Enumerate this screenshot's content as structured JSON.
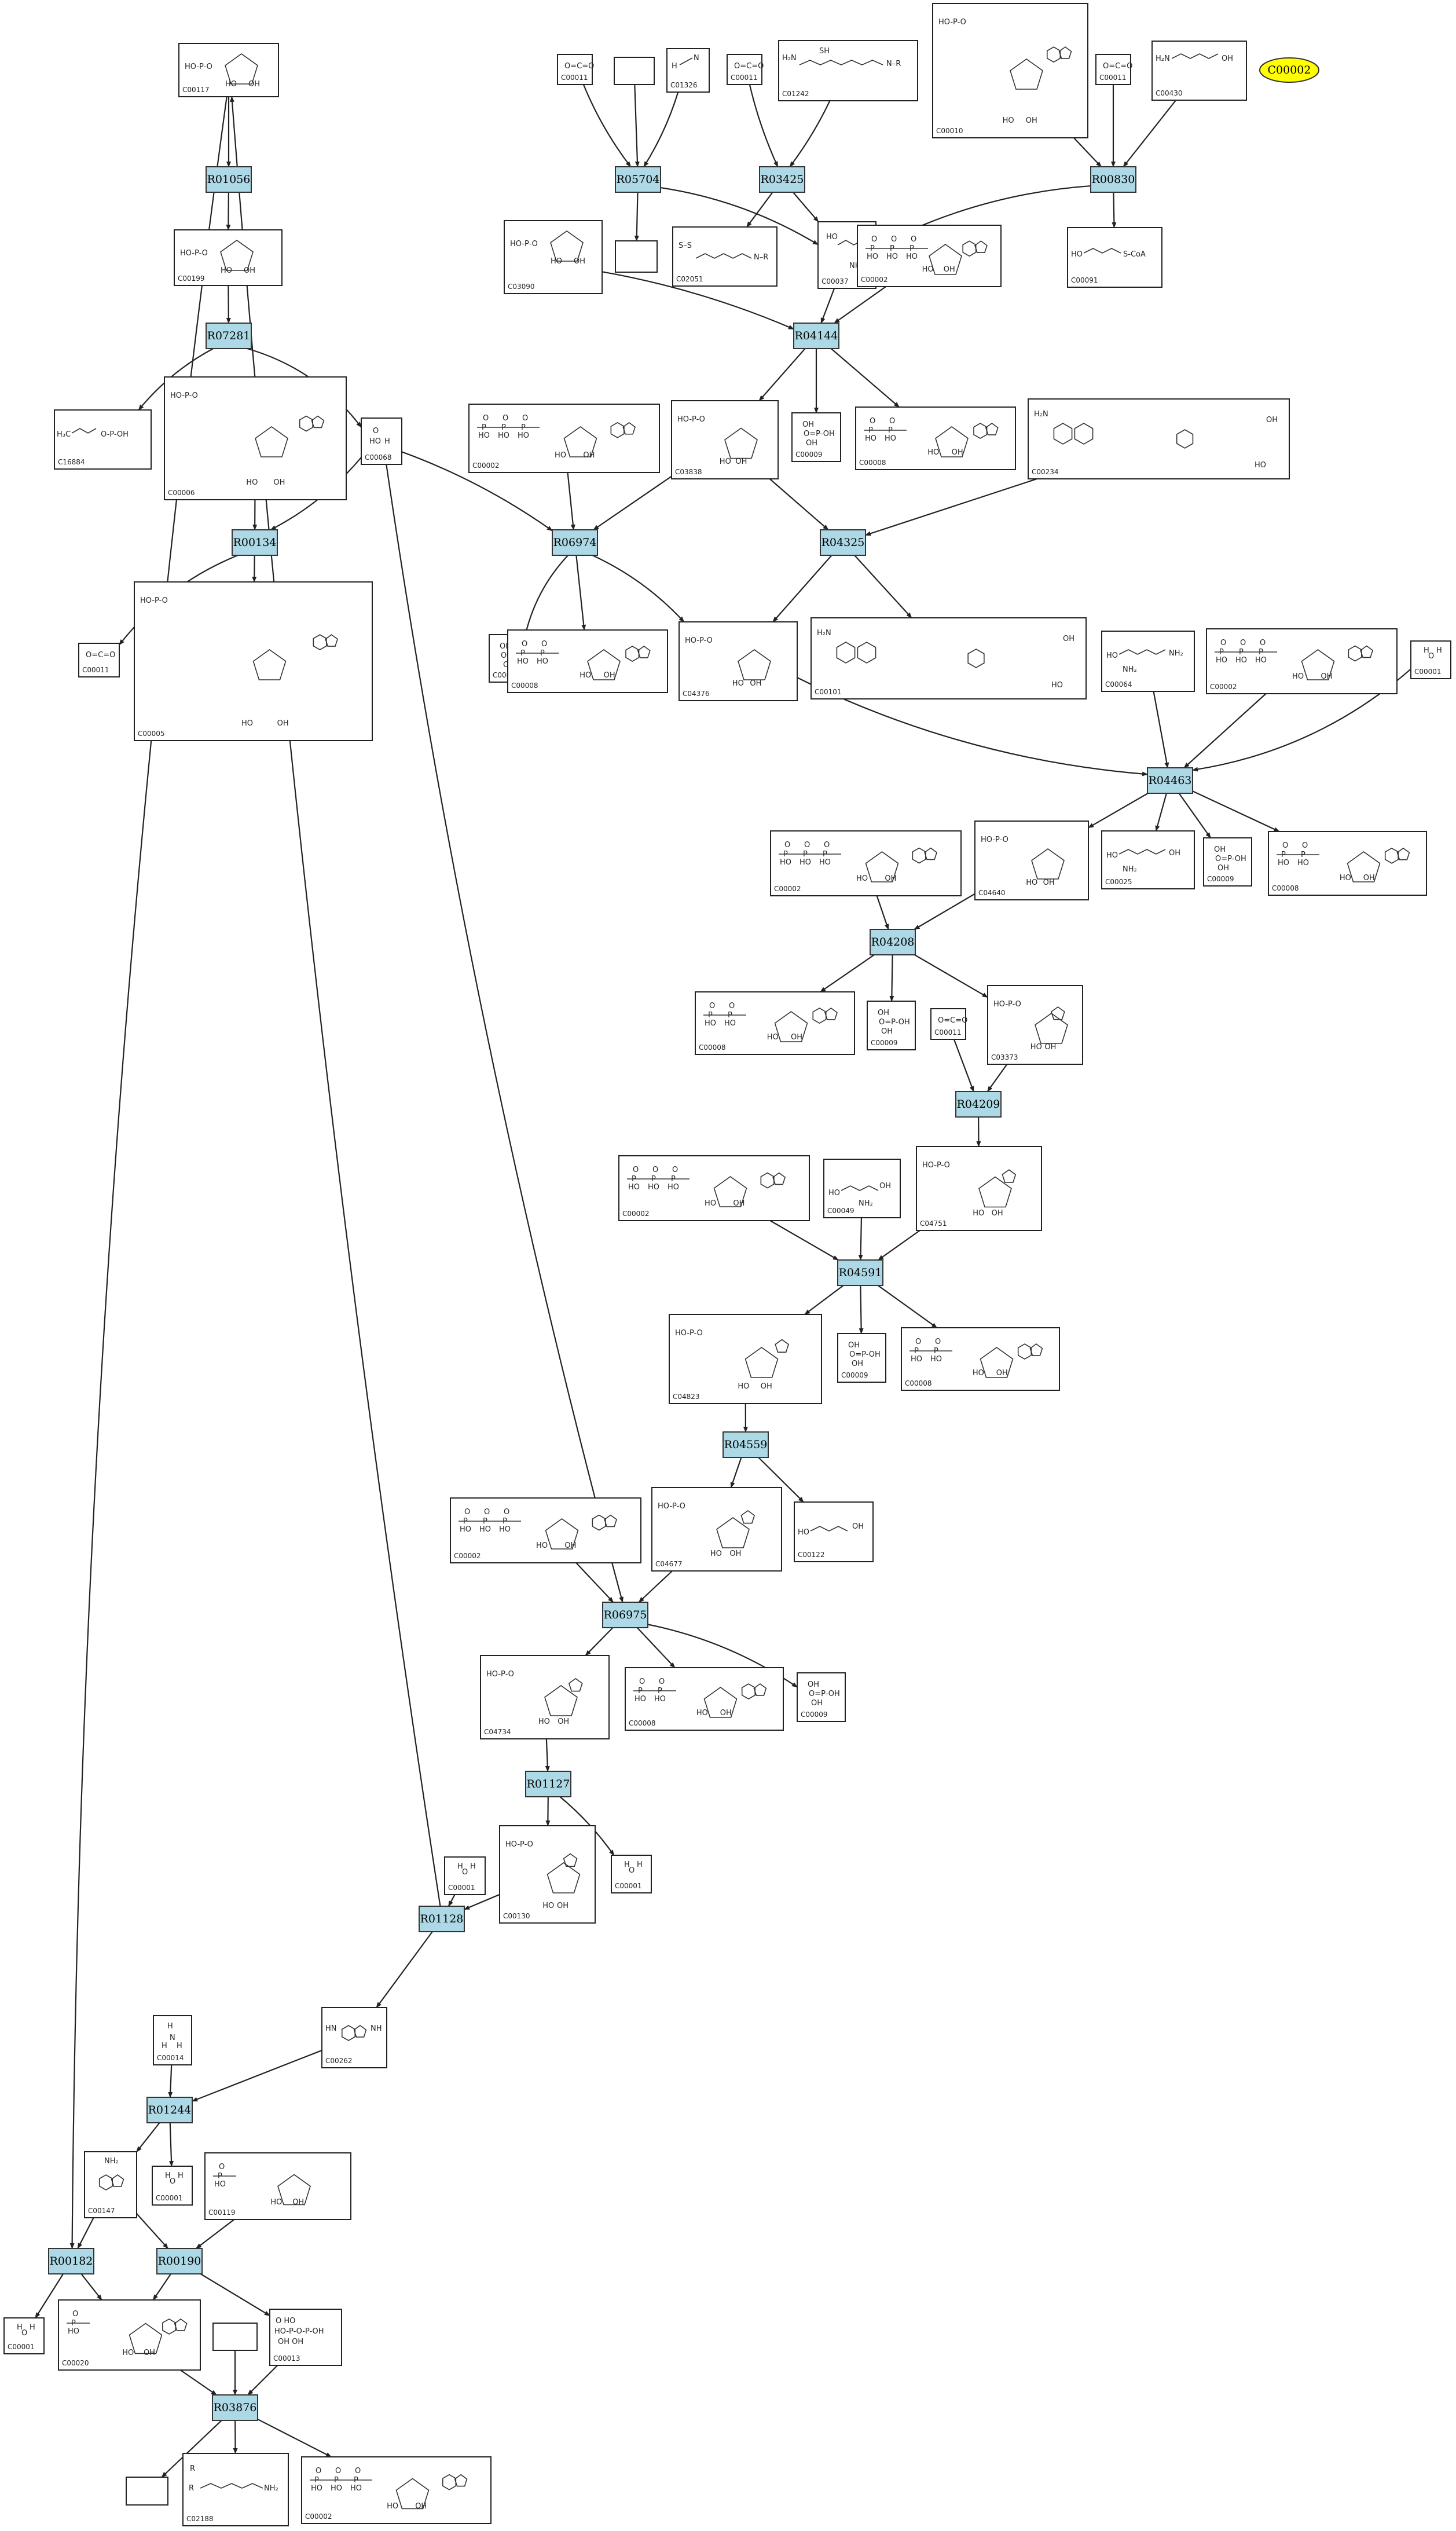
{
  "target_compound": "C00002",
  "reactions": [
    "R01056",
    "R05704",
    "R03425",
    "R00830",
    "R07281",
    "R04144",
    "R00134",
    "R06974",
    "R04325",
    "R04463",
    "R04208",
    "R04209",
    "R04591",
    "R04559",
    "R06975",
    "R01127",
    "R01128",
    "R01244",
    "R00182",
    "R00190",
    "R03876"
  ],
  "compounds": [
    {
      "id": "c_C00117",
      "label": "C00117",
      "structure": "ribose-5-phosphate"
    },
    {
      "id": "c_C00011a",
      "label": "C00011",
      "structure": "co2"
    },
    {
      "id": "c_empty1",
      "label": "",
      "structure": "none"
    },
    {
      "id": "c_C01326",
      "label": "C01326",
      "structure": "hcn"
    },
    {
      "id": "c_C00011b",
      "label": "C00011",
      "structure": "co2"
    },
    {
      "id": "c_C01242",
      "label": "C01242",
      "structure": "dihydrolipoylprotein"
    },
    {
      "id": "c_C00010",
      "label": "C00010",
      "structure": "coa"
    },
    {
      "id": "c_C00011c",
      "label": "C00011",
      "structure": "co2"
    },
    {
      "id": "c_C00430",
      "label": "C00430",
      "structure": "aminolevulinate"
    },
    {
      "id": "c_C00199",
      "label": "C00199",
      "structure": "ribulose-5-phosphate"
    },
    {
      "id": "c_C03090",
      "label": "C03090",
      "structure": "aminoribose-phosphate"
    },
    {
      "id": "c_empty2",
      "label": "",
      "structure": "none"
    },
    {
      "id": "c_C02051",
      "label": "C02051",
      "structure": "lipoylprotein"
    },
    {
      "id": "c_C00037",
      "label": "C00037",
      "structure": "glycine"
    },
    {
      "id": "c_C00002a",
      "label": "C00002",
      "structure": "atp"
    },
    {
      "id": "c_C00091",
      "label": "C00091",
      "structure": "succinyl-coa"
    },
    {
      "id": "c_C16884",
      "label": "C16884",
      "structure": "small-phosphate"
    },
    {
      "id": "c_C00006",
      "label": "C00006",
      "structure": "nadp"
    },
    {
      "id": "c_C00068",
      "label": "C00068",
      "structure": "small"
    },
    {
      "id": "c_C00002b",
      "label": "C00002",
      "structure": "atp"
    },
    {
      "id": "c_C03838",
      "label": "C03838",
      "structure": "gar"
    },
    {
      "id": "c_C00009a",
      "label": "C00009",
      "structure": "phosphate"
    },
    {
      "id": "c_C00008a",
      "label": "C00008",
      "structure": "adp"
    },
    {
      "id": "c_C00234",
      "label": "C00234",
      "structure": "formylthf"
    },
    {
      "id": "c_C00011d",
      "label": "C00011",
      "structure": "co2"
    },
    {
      "id": "c_C00005",
      "label": "C00005",
      "structure": "nadph"
    },
    {
      "id": "c_C00009b",
      "label": "C00009",
      "structure": "phosphate"
    },
    {
      "id": "c_C00008b",
      "label": "C00008",
      "structure": "adp"
    },
    {
      "id": "c_C04376",
      "label": "C04376",
      "structure": "fgar"
    },
    {
      "id": "c_C00101",
      "label": "C00101",
      "structure": "thf"
    },
    {
      "id": "c_C00064",
      "label": "C00064",
      "structure": "glutamine"
    },
    {
      "id": "c_C00002c",
      "label": "C00002",
      "structure": "atp"
    },
    {
      "id": "c_C00001a",
      "label": "C00001",
      "structure": "water"
    },
    {
      "id": "c_C00002d",
      "label": "C00002",
      "structure": "atp"
    },
    {
      "id": "c_C04640",
      "label": "C04640",
      "structure": "fgam"
    },
    {
      "id": "c_C00025",
      "label": "C00025",
      "structure": "glutamate"
    },
    {
      "id": "c_C00009c",
      "label": "C00009",
      "structure": "phosphate"
    },
    {
      "id": "c_C00008c",
      "label": "C00008",
      "structure": "adp"
    },
    {
      "id": "c_C00008d",
      "label": "C00008",
      "structure": "adp"
    },
    {
      "id": "c_C00009d",
      "label": "C00009",
      "structure": "phosphate"
    },
    {
      "id": "c_C00011e",
      "label": "C00011",
      "structure": "co2"
    },
    {
      "id": "c_C03373",
      "label": "C03373",
      "structure": "air"
    },
    {
      "id": "c_C00002e",
      "label": "C00002",
      "structure": "atp"
    },
    {
      "id": "c_C00049",
      "label": "C00049",
      "structure": "aspartate"
    },
    {
      "id": "c_C04751",
      "label": "C04751",
      "structure": "cair"
    },
    {
      "id": "c_C04823",
      "label": "C04823",
      "structure": "saicar"
    },
    {
      "id": "c_C00009e",
      "label": "C00009",
      "structure": "phosphate"
    },
    {
      "id": "c_C00008e",
      "label": "C00008",
      "structure": "adp"
    },
    {
      "id": "c_C00002f",
      "label": "C00002",
      "structure": "atp"
    },
    {
      "id": "c_C04677",
      "label": "C04677",
      "structure": "aicar"
    },
    {
      "id": "c_C00122",
      "label": "C00122",
      "structure": "fumarate"
    },
    {
      "id": "c_C04734",
      "label": "C04734",
      "structure": "faicar"
    },
    {
      "id": "c_C00008f",
      "label": "C00008",
      "structure": "adp"
    },
    {
      "id": "c_C00009f",
      "label": "C00009",
      "structure": "phosphate"
    },
    {
      "id": "c_C00001b",
      "label": "C00001",
      "structure": "water"
    },
    {
      "id": "c_C00130",
      "label": "C00130",
      "structure": "imp"
    },
    {
      "id": "c_C00001c",
      "label": "C00001",
      "structure": "water"
    },
    {
      "id": "c_C00262",
      "label": "C00262",
      "structure": "hypoxanthine"
    },
    {
      "id": "c_C00014",
      "label": "C00014",
      "structure": "ammonia"
    },
    {
      "id": "c_C00147",
      "label": "C00147",
      "structure": "adenine"
    },
    {
      "id": "c_C00001d",
      "label": "C00001",
      "structure": "water"
    },
    {
      "id": "c_C00119",
      "label": "C00119",
      "structure": "prpp"
    },
    {
      "id": "c_C00001e",
      "label": "C00001",
      "structure": "water"
    },
    {
      "id": "c_C00020",
      "label": "C00020",
      "structure": "amp"
    },
    {
      "id": "c_empty3",
      "label": "",
      "structure": "none"
    },
    {
      "id": "c_C00013",
      "label": "C00013",
      "structure": "diphosphate"
    },
    {
      "id": "c_empty4",
      "label": "",
      "structure": "none"
    },
    {
      "id": "c_C02188",
      "label": "C02188",
      "structure": "protein-lysine"
    },
    {
      "id": "c_C00002g",
      "label": "C00002",
      "structure": "atp"
    }
  ]
}
